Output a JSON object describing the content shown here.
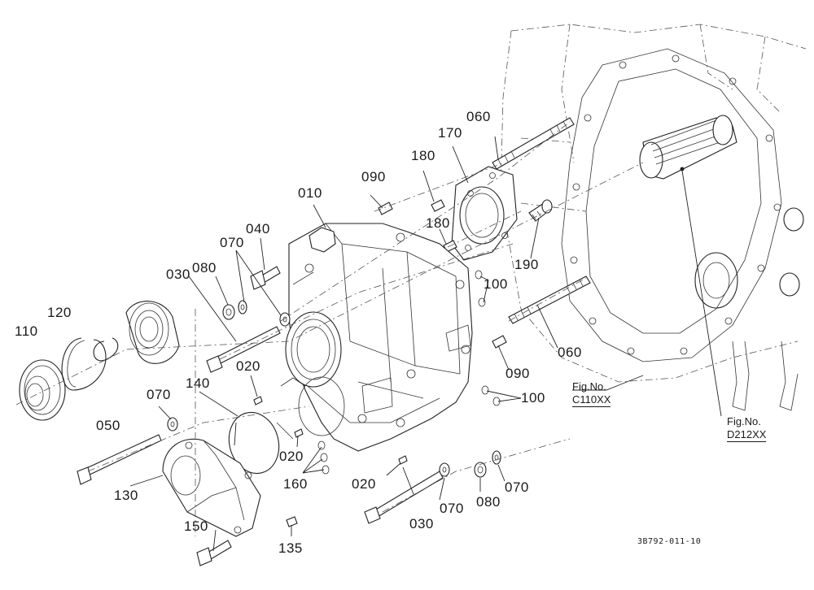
{
  "callouts": {
    "c010": "010",
    "c020a": "020",
    "c020b": "020",
    "c020c": "020",
    "c030a": "030",
    "c030b": "030",
    "c040": "040",
    "c050": "050",
    "c060a": "060",
    "c060b": "060",
    "c070a": "070",
    "c070b": "070",
    "c070c": "070",
    "c070d": "070",
    "c080a": "080",
    "c080b": "080",
    "c090a": "090",
    "c090b": "090",
    "c100a": "100",
    "c100b": "100",
    "c110": "110",
    "c120": "120",
    "c130": "130",
    "c135": "135",
    "c140": "140",
    "c150": "150",
    "c160": "160",
    "c170": "170",
    "c180a": "180",
    "c180b": "180",
    "c190": "190"
  },
  "fig_refs": {
    "c110xx": {
      "label": "Fig.No.",
      "code": "C110XX"
    },
    "d212xx": {
      "label": "Fig.No.",
      "code": "D212XX"
    }
  },
  "doc_number": "3B792-011-10"
}
